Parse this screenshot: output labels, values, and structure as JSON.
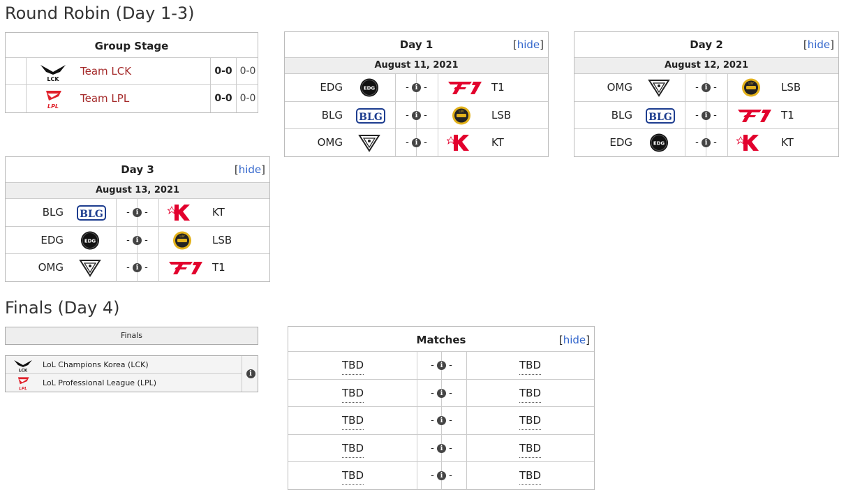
{
  "sections": {
    "round_robin_title": "Round Robin (Day 1-3)",
    "finals_title": "Finals (Day 4)"
  },
  "group_stage": {
    "title": "Group Stage",
    "rows": [
      {
        "logo": "lck-logo",
        "name": "Team LCK",
        "score": "0-0",
        "score2": "0-0"
      },
      {
        "logo": "lpl-logo",
        "name": "Team LPL",
        "score": "0-0",
        "score2": "0-0"
      }
    ]
  },
  "hide_label": "hide",
  "bracket_left": "[",
  "bracket_right": "]",
  "match_separator": "-",
  "days": [
    {
      "title": "Day 1",
      "date": "August 11, 2021",
      "matches": [
        {
          "team1": "EDG",
          "logo1": "edg-logo",
          "team2": "T1",
          "logo2": "t1-logo"
        },
        {
          "team1": "BLG",
          "logo1": "blg-logo",
          "team2": "LSB",
          "logo2": "lsb-logo"
        },
        {
          "team1": "OMG",
          "logo1": "omg-logo",
          "team2": "KT",
          "logo2": "kt-logo"
        }
      ]
    },
    {
      "title": "Day 2",
      "date": "August 12, 2021",
      "matches": [
        {
          "team1": "OMG",
          "logo1": "omg-logo",
          "team2": "LSB",
          "logo2": "lsb-logo"
        },
        {
          "team1": "BLG",
          "logo1": "blg-logo",
          "team2": "T1",
          "logo2": "t1-logo"
        },
        {
          "team1": "EDG",
          "logo1": "edg-logo",
          "team2": "KT",
          "logo2": "kt-logo"
        }
      ]
    },
    {
      "title": "Day 3",
      "date": "August 13, 2021",
      "matches": [
        {
          "team1": "BLG",
          "logo1": "blg-logo",
          "team2": "KT",
          "logo2": "kt-logo"
        },
        {
          "team1": "EDG",
          "logo1": "edg-logo",
          "team2": "LSB",
          "logo2": "lsb-logo"
        },
        {
          "team1": "OMG",
          "logo1": "omg-logo",
          "team2": "T1",
          "logo2": "t1-logo"
        }
      ]
    }
  ],
  "finals_bracket": {
    "header": "Finals",
    "teams": [
      {
        "logo": "lck-logo",
        "name": "LoL Champions Korea (LCK)"
      },
      {
        "logo": "lpl-logo",
        "name": "LoL Professional League (LPL)"
      }
    ]
  },
  "finals_matches": {
    "title": "Matches",
    "rows": [
      {
        "team1": "TBD",
        "team2": "TBD"
      },
      {
        "team1": "TBD",
        "team2": "TBD"
      },
      {
        "team1": "TBD",
        "team2": "TBD"
      },
      {
        "team1": "TBD",
        "team2": "TBD"
      },
      {
        "team1": "TBD",
        "team2": "TBD"
      }
    ]
  },
  "icons": {
    "info": "i"
  },
  "colors": {
    "team_link": "#a52a2a",
    "hide_link": "#3366cc",
    "date_bar": "#eeeeee",
    "border": "#bbbbbb",
    "t1_red": "#e2012d",
    "kt_red": "#e2012d",
    "lpl_red": "#e0202a",
    "blg_blue": "#1d3d8f",
    "lsb_gold": "#e2b11b"
  }
}
